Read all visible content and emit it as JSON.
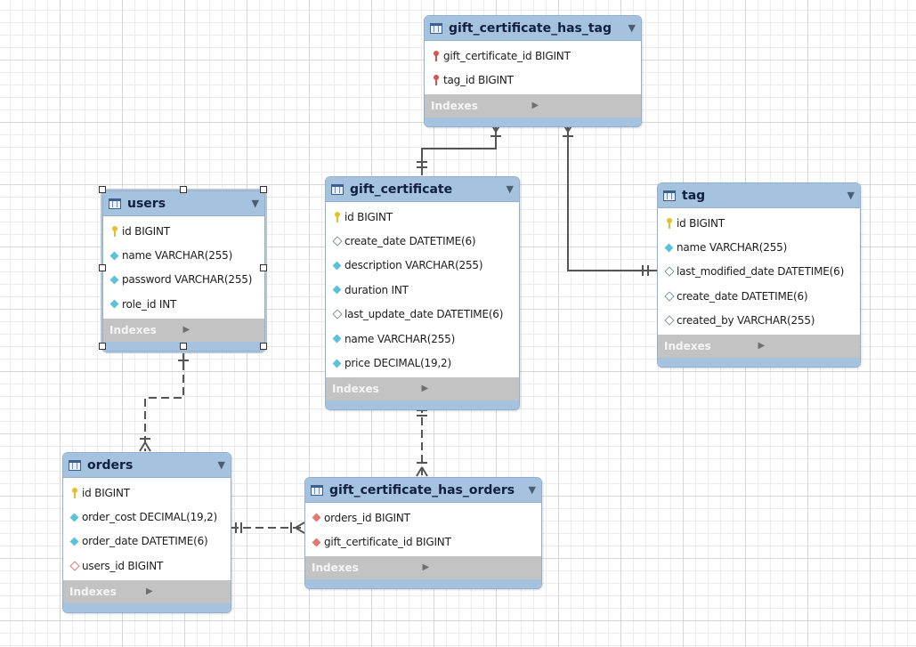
{
  "tables": {
    "gift_certificate_has_tag": {
      "name": "gift_certificate_has_tag",
      "columns": [
        {
          "label": "gift_certificate_id BIGINT",
          "kind": "pkfk"
        },
        {
          "label": "tag_id BIGINT",
          "kind": "pkfk"
        }
      ],
      "indexes_label": "Indexes"
    },
    "users": {
      "name": "users",
      "columns": [
        {
          "label": "id BIGINT",
          "kind": "pk"
        },
        {
          "label": "name VARCHAR(255)",
          "kind": "nn"
        },
        {
          "label": "password VARCHAR(255)",
          "kind": "nn"
        },
        {
          "label": "role_id INT",
          "kind": "nn"
        }
      ],
      "indexes_label": "Indexes"
    },
    "gift_certificate": {
      "name": "gift_certificate",
      "columns": [
        {
          "label": "id BIGINT",
          "kind": "pk"
        },
        {
          "label": "create_date DATETIME(6)",
          "kind": "null"
        },
        {
          "label": "description VARCHAR(255)",
          "kind": "nn"
        },
        {
          "label": "duration INT",
          "kind": "nn"
        },
        {
          "label": "last_update_date DATETIME(6)",
          "kind": "null"
        },
        {
          "label": "name VARCHAR(255)",
          "kind": "nn"
        },
        {
          "label": "price DECIMAL(19,2)",
          "kind": "nn"
        }
      ],
      "indexes_label": "Indexes"
    },
    "tag": {
      "name": "tag",
      "columns": [
        {
          "label": "id BIGINT",
          "kind": "pk"
        },
        {
          "label": "name VARCHAR(255)",
          "kind": "nn"
        },
        {
          "label": "last_modified_date DATETIME(6)",
          "kind": "null"
        },
        {
          "label": "create_date DATETIME(6)",
          "kind": "null"
        },
        {
          "label": "created_by VARCHAR(255)",
          "kind": "null"
        }
      ],
      "indexes_label": "Indexes"
    },
    "orders": {
      "name": "orders",
      "columns": [
        {
          "label": "id BIGINT",
          "kind": "pk"
        },
        {
          "label": "order_cost DECIMAL(19,2)",
          "kind": "nn"
        },
        {
          "label": "order_date DATETIME(6)",
          "kind": "nn"
        },
        {
          "label": "users_id BIGINT",
          "kind": "fkn"
        }
      ],
      "indexes_label": "Indexes"
    },
    "gift_certificate_has_orders": {
      "name": "gift_certificate_has_orders",
      "columns": [
        {
          "label": "orders_id BIGINT",
          "kind": "fk"
        },
        {
          "label": "gift_certificate_id BIGINT",
          "kind": "fk"
        }
      ],
      "indexes_label": "Indexes"
    }
  },
  "colors": {
    "header": "#a5c3de",
    "indexes_bar": "#c3c3c3",
    "connector": "#555555",
    "primary_key": "#e7bf2c",
    "not_null": "#5bc2d9",
    "foreign_key": "#e07a72"
  }
}
